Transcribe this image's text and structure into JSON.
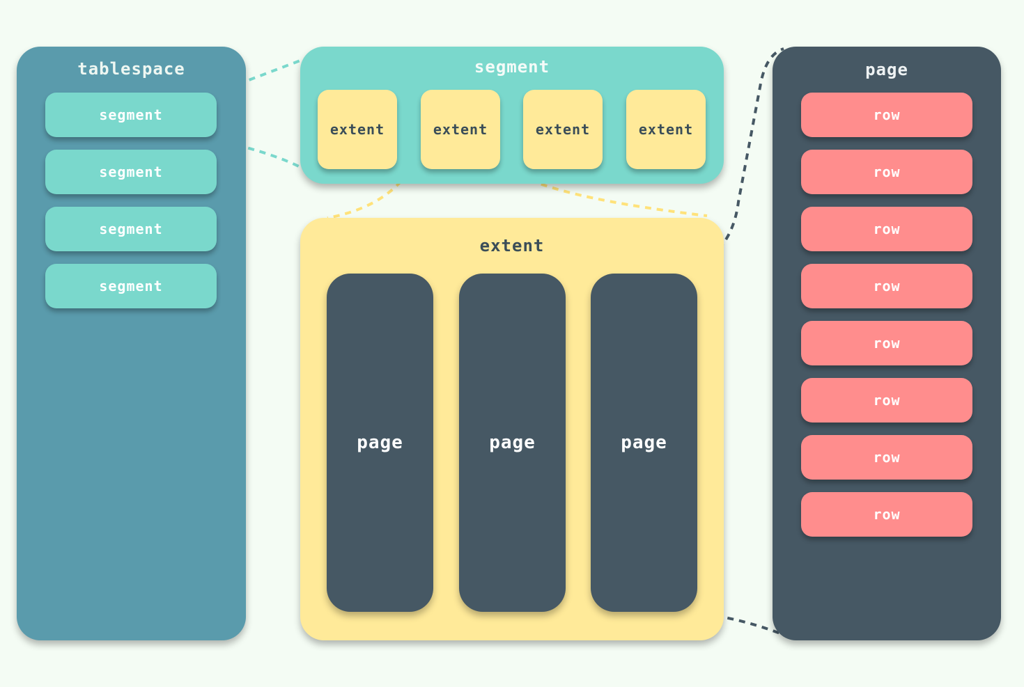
{
  "tablespace": {
    "title": "tablespace",
    "segments": [
      "segment",
      "segment",
      "segment",
      "segment"
    ]
  },
  "segment": {
    "title": "segment",
    "extents": [
      "extent",
      "extent",
      "extent",
      "extent"
    ]
  },
  "extent": {
    "title": "extent",
    "pages": [
      "page",
      "page",
      "page"
    ]
  },
  "page": {
    "title": "page",
    "rows": [
      "row",
      "row",
      "row",
      "row",
      "row",
      "row",
      "row",
      "row"
    ]
  },
  "colors": {
    "background": "#f4fcf4",
    "tablespace": "#5a9bac",
    "segment": "#7ad8cc",
    "extent": "#ffea99",
    "page": "#465864",
    "row": "#ff8d8d"
  }
}
